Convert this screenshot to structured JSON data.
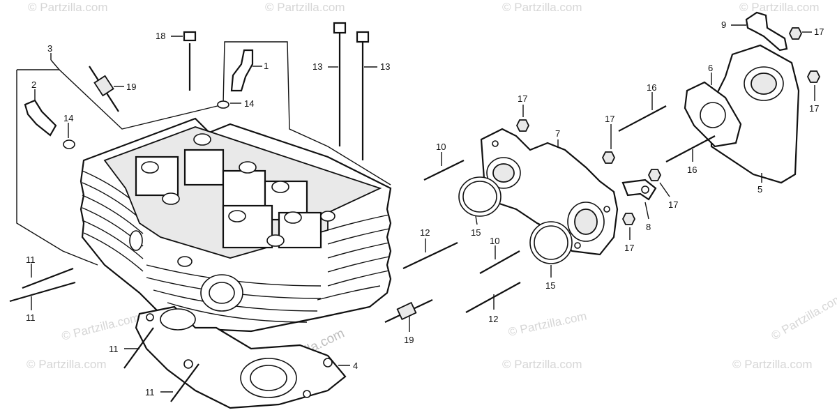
{
  "watermarks": {
    "text": "© Partzilla.com",
    "center_text": "© Partzilla.com"
  },
  "parts": [
    {
      "id": "p18",
      "label": "18"
    },
    {
      "id": "p1",
      "label": "1"
    },
    {
      "id": "p3",
      "label": "3"
    },
    {
      "id": "p19a",
      "label": "19"
    },
    {
      "id": "p2",
      "label": "2"
    },
    {
      "id": "p14a",
      "label": "14"
    },
    {
      "id": "p14b",
      "label": "14"
    },
    {
      "id": "p13a",
      "label": "13"
    },
    {
      "id": "p13b",
      "label": "13"
    },
    {
      "id": "p9",
      "label": "9"
    },
    {
      "id": "p17a",
      "label": "17"
    },
    {
      "id": "p6",
      "label": "6"
    },
    {
      "id": "p17b",
      "label": "17"
    },
    {
      "id": "p16a",
      "label": "16"
    },
    {
      "id": "p17c",
      "label": "17"
    },
    {
      "id": "p17d",
      "label": "17"
    },
    {
      "id": "p7",
      "label": "7"
    },
    {
      "id": "p10a",
      "label": "10"
    },
    {
      "id": "p16b",
      "label": "16"
    },
    {
      "id": "p5",
      "label": "5"
    },
    {
      "id": "p17e",
      "label": "17"
    },
    {
      "id": "p8",
      "label": "8"
    },
    {
      "id": "p15a",
      "label": "15"
    },
    {
      "id": "p12a",
      "label": "12"
    },
    {
      "id": "p10b",
      "label": "10"
    },
    {
      "id": "p17f",
      "label": "17"
    },
    {
      "id": "p15b",
      "label": "15"
    },
    {
      "id": "p11a",
      "label": "11"
    },
    {
      "id": "p11b",
      "label": "11"
    },
    {
      "id": "p12b",
      "label": "12"
    },
    {
      "id": "p19b",
      "label": "19"
    },
    {
      "id": "p11c",
      "label": "11"
    },
    {
      "id": "p4",
      "label": "4"
    },
    {
      "id": "p11d",
      "label": "11"
    }
  ]
}
